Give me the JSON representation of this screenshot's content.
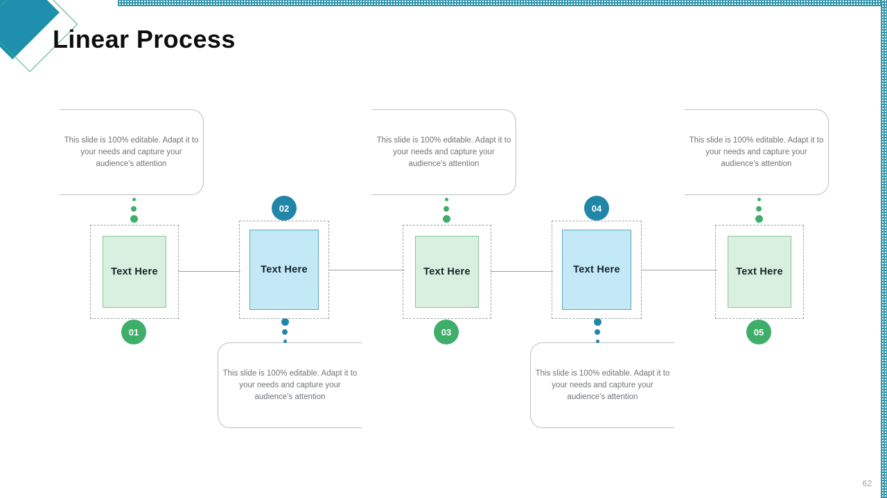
{
  "slide": {
    "title": "Linear Process",
    "page_number": "62"
  },
  "colors": {
    "teal": "#1f8fae",
    "blue_accent": "#2186a8",
    "blue_fill": "#c2e9f5",
    "blue_stroke": "#5aa6bd",
    "green_accent": "#3fae6b",
    "green_fill": "#d9efdf",
    "green_stroke": "#86c79a",
    "body_text": "#6f7276",
    "dashed_frame": "#9aa0a6"
  },
  "body_text": "This slide is 100% editable. Adapt it to your needs and capture your audience's attention",
  "steps": [
    {
      "number": "01",
      "label": "Text Here",
      "theme": "green",
      "callout_position": "top",
      "callout_text": "This slide is 100% editable. Adapt it to your needs and capture your audience's attention"
    },
    {
      "number": "02",
      "label": "Text Here",
      "theme": "blue",
      "callout_position": "bottom",
      "callout_text": "This slide is 100% editable. Adapt it to your needs and capture your audience's attention"
    },
    {
      "number": "03",
      "label": "Text Here",
      "theme": "green",
      "callout_position": "top",
      "callout_text": "This slide is 100% editable. Adapt it to your needs and capture your audience's attention"
    },
    {
      "number": "04",
      "label": "Text Here",
      "theme": "blue",
      "callout_position": "bottom",
      "callout_text": "This slide is 100% editable. Adapt it to your needs and capture your audience's attention"
    },
    {
      "number": "05",
      "label": "Text Here",
      "theme": "green",
      "callout_position": "top",
      "callout_text": "This slide is 100% editable. Adapt it to your needs and capture your audience's attention"
    }
  ]
}
